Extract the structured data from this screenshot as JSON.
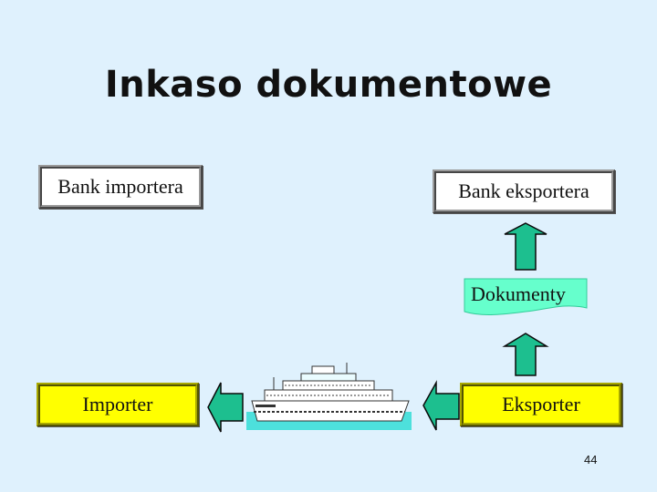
{
  "title": "Inkaso dokumentowe",
  "boxes": {
    "bank_importer": "Bank importera",
    "bank_exporter": "Bank eksportera",
    "importer": "Importer",
    "exporter": "Eksporter"
  },
  "documents_label": "Dokumenty",
  "page_number": "44",
  "colors": {
    "background": "#dff1fd",
    "arrow": "#1dbf8f",
    "documents_fill": "#66ffcc",
    "party_box": "#ffff00"
  }
}
